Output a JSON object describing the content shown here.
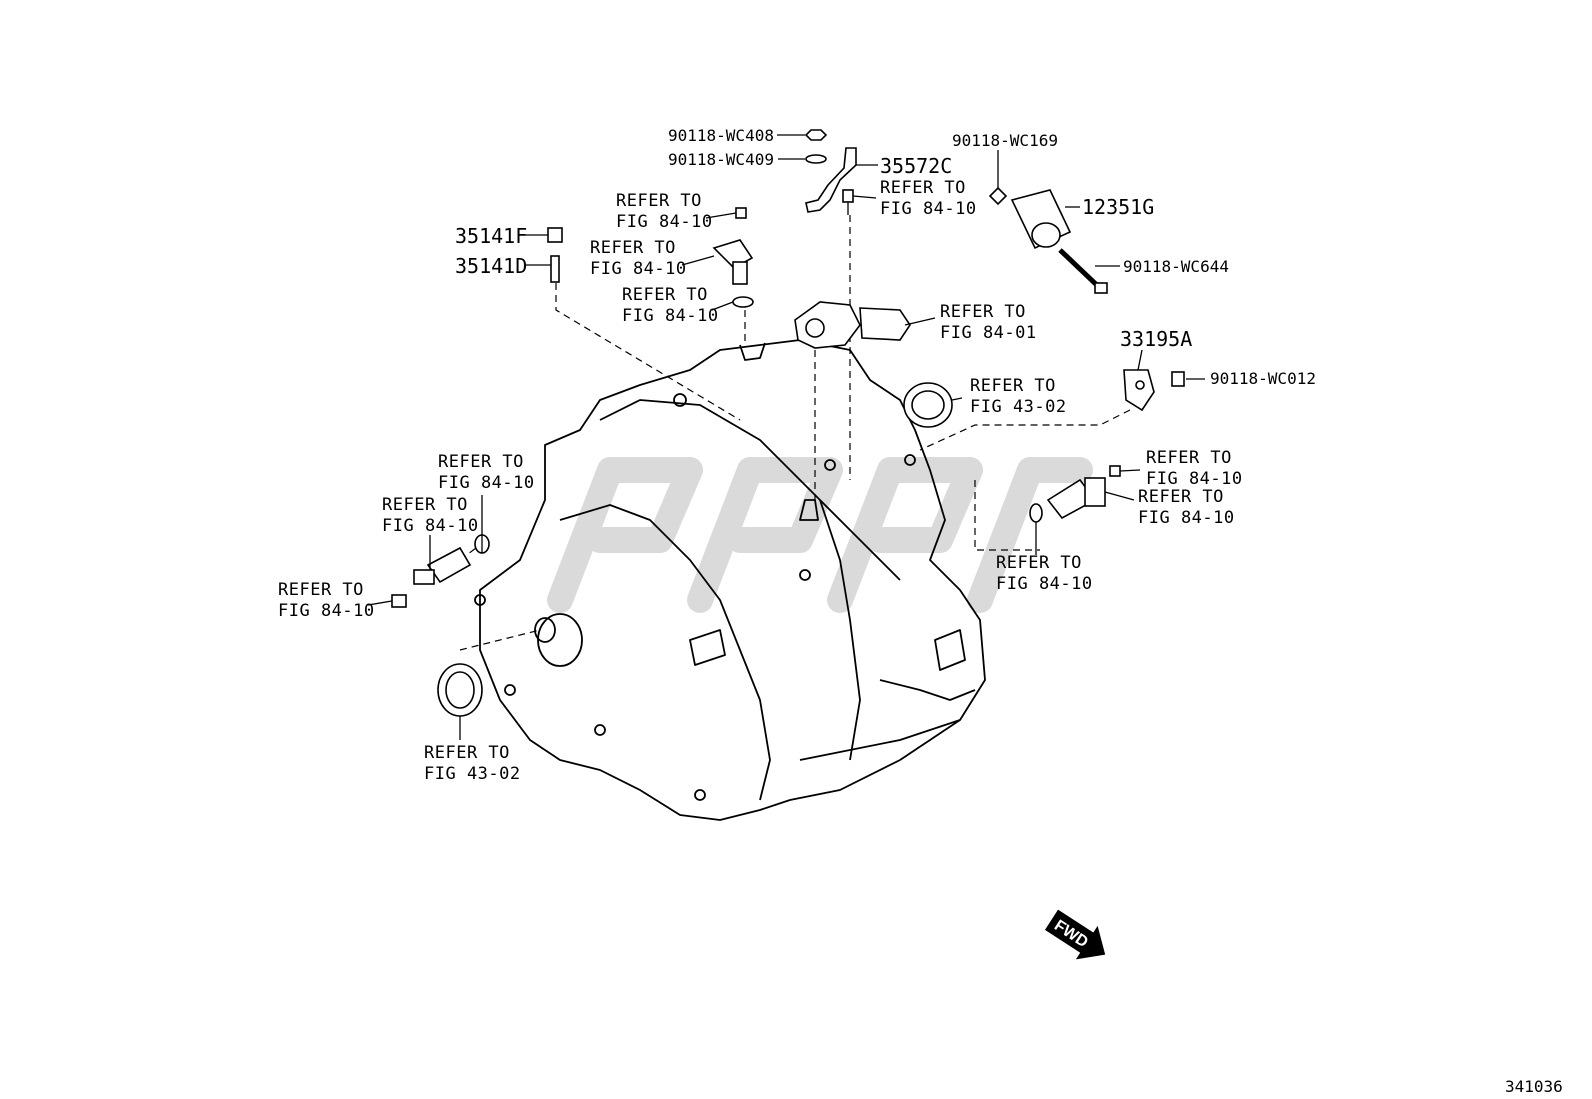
{
  "parts": {
    "nut_408": "90118-WC408",
    "washer_409": "90118-WC409",
    "bracket": "35572C",
    "oring_169": "90118-WC169",
    "filter": "12351G",
    "bolt_644": "90118-WC644",
    "cap_141f": "35141F",
    "pin_141d": "35141D",
    "gasket": "33195A",
    "bolt_012": "90118-WC012"
  },
  "refs": {
    "r1": [
      "REFER TO",
      "FIG 84-10"
    ],
    "r2": [
      "REFER TO",
      "FIG 84-10"
    ],
    "r3": [
      "REFER TO",
      "FIG 84-10"
    ],
    "r4": [
      "REFER TO",
      "FIG 84-10"
    ],
    "r5": [
      "REFER TO",
      "FIG 84-01"
    ],
    "r6": [
      "REFER TO",
      "FIG 43-02"
    ],
    "r7": [
      "REFER TO",
      "FIG 84-10"
    ],
    "r8": [
      "REFER TO",
      "FIG 84-10"
    ],
    "r9": [
      "REFER TO",
      "FIG 84-10"
    ],
    "r10": [
      "REFER TO",
      "FIG 84-10"
    ],
    "r11": [
      "REFER TO",
      "FIG 84-10"
    ],
    "r12": [
      "REFER TO",
      "FIG 84-10"
    ],
    "r13": [
      "REFER TO",
      "FIG 43-02"
    ]
  },
  "direction_arrow": "FWD",
  "figure_number": "341036"
}
